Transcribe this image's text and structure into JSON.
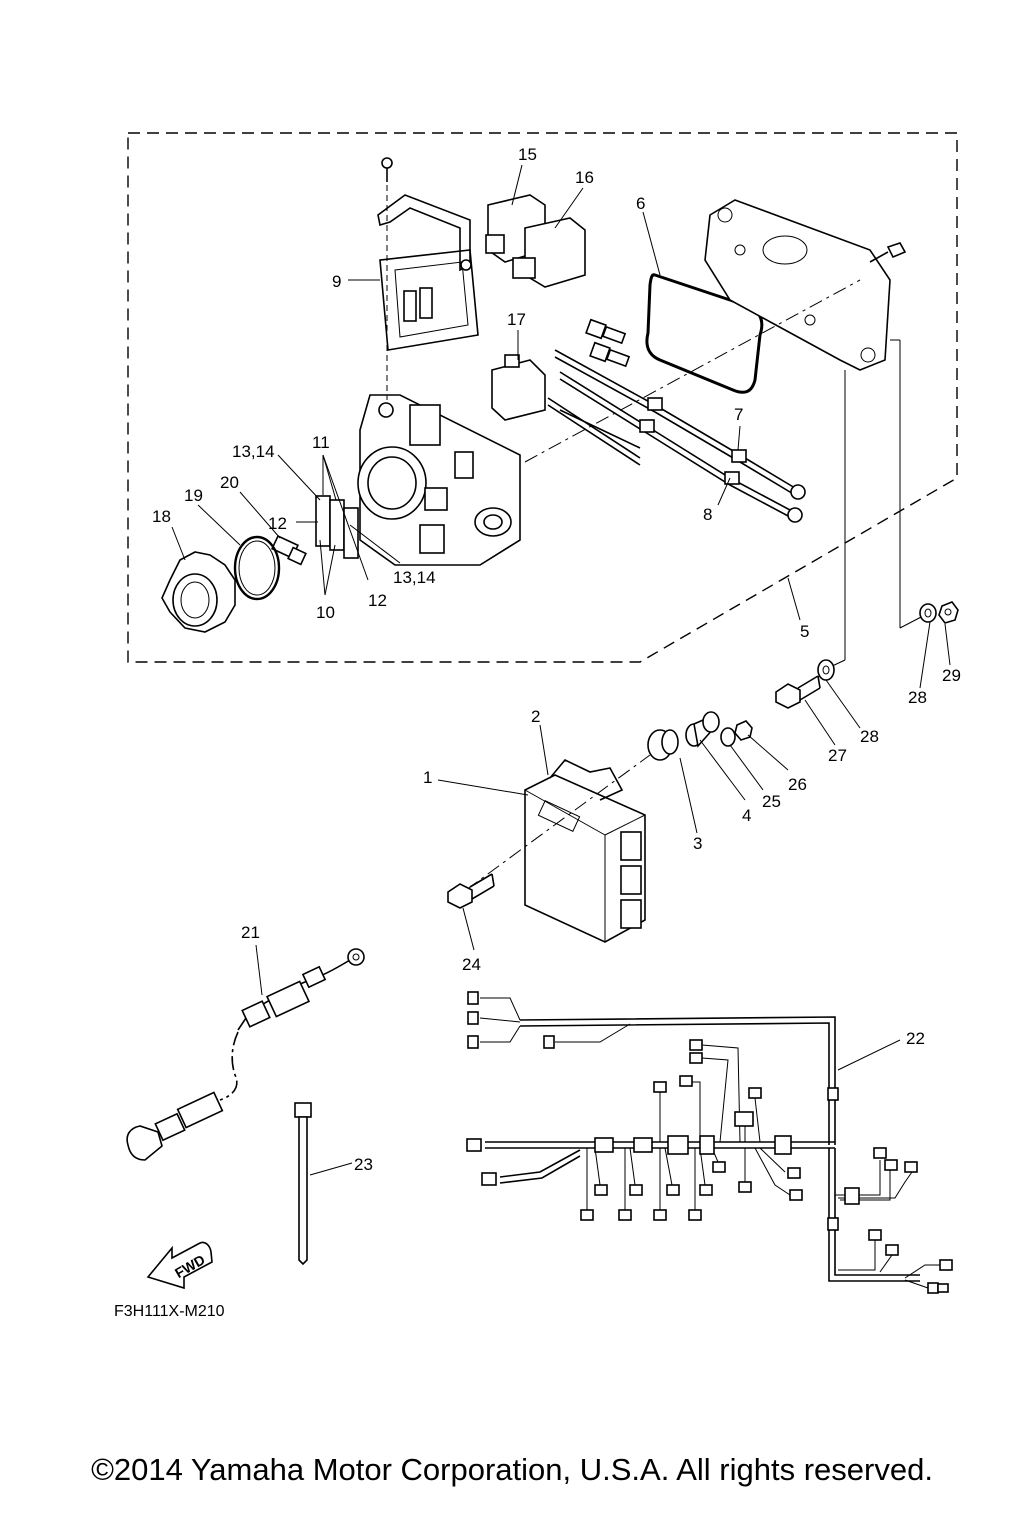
{
  "diagram": {
    "part_labels": {
      "p1": "1",
      "p2": "2",
      "p3": "3",
      "p4": "4",
      "p5": "5",
      "p6": "6",
      "p7": "7",
      "p8": "8",
      "p9": "9",
      "p10": "10",
      "p11": "11",
      "p12a": "12",
      "p12b": "12",
      "p13_14a": "13,14",
      "p13_14b": "13,14",
      "p15": "15",
      "p16": "16",
      "p17": "17",
      "p18": "18",
      "p19": "19",
      "p20": "20",
      "p21": "21",
      "p22": "22",
      "p23": "23",
      "p24": "24",
      "p25": "25",
      "p26": "26",
      "p27": "27",
      "p28a": "28",
      "p28b": "28",
      "p29": "29"
    },
    "fwd_label": "FWD",
    "figure_code": "F3H111X-M210"
  },
  "footer": {
    "copyright": "©2014 Yamaha Motor Corporation, U.S.A. All rights reserved."
  }
}
